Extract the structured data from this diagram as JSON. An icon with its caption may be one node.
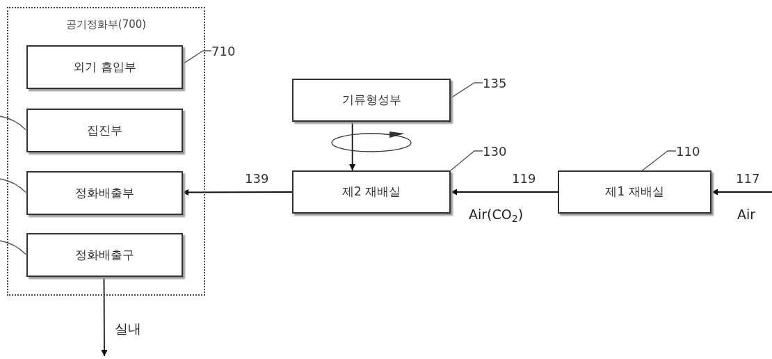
{
  "diagram": {
    "nodes": [
      {
        "text": [
          "공기정화부(700)"
        ]
      },
      {
        "text": [
          "외기 흡입부"
        ],
        "in": 0
      },
      {
        "text": [
          "집진부"
        ],
        "in": 0
      },
      {
        "text": [
          "정화배출부"
        ],
        "in": 0
      },
      {
        "text": [
          "정화배출구"
        ],
        "in": 0
      },
      {
        "text": [
          "기류형성부"
        ]
      },
      {
        "text": [
          "제2 재배실"
        ]
      },
      {
        "text": [
          "제1 재배실"
        ]
      },
      {
        "text": [
          "710"
        ]
      },
      {
        "text": [
          "135"
        ]
      },
      {
        "text": [
          "130"
        ]
      },
      {
        "text": [
          "110"
        ]
      }
    ],
    "edges": [
      {
        "from": 8,
        "to": 1,
        "arrow": "none"
      },
      {
        "from": 9,
        "to": 5,
        "arrow": "none"
      },
      {
        "from": 10,
        "to": 6,
        "arrow": "none"
      },
      {
        "from": 11,
        "to": 7,
        "arrow": "none"
      },
      {
        "from": null,
        "to": 2,
        "arrow": "none"
      },
      {
        "from": null,
        "to": 3,
        "arrow": "none"
      },
      {
        "from": null,
        "to": 4,
        "arrow": "none"
      },
      {
        "from": 5,
        "to": 6,
        "arrow": "to"
      },
      {
        "from": 6,
        "to": 3,
        "arrow": "to"
      },
      {
        "from": 7,
        "to": 6,
        "arrow": "to",
        "label": "Air(CO$_{2}$)"
      },
      {
        "from": null,
        "to": 7,
        "arrow": "to",
        "label": "Air"
      },
      {
        "from": 4,
        "to": null,
        "arrow": "to",
        "label": "실내"
      }
    ],
    "labels": [
      "139",
      "119",
      "117"
    ]
  }
}
